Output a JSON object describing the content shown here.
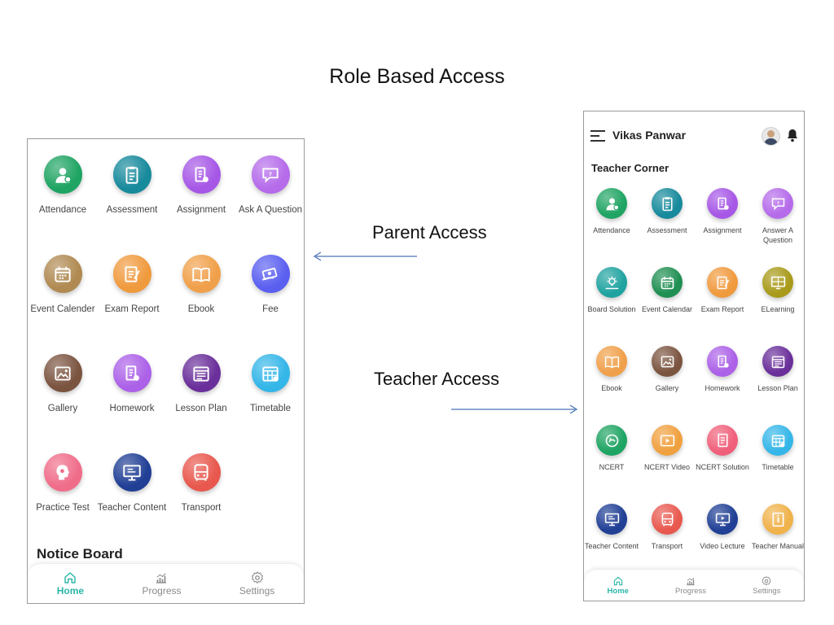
{
  "slide": {
    "title": "Role Based Access",
    "parent_label": "Parent Access",
    "teacher_label": "Teacher Access"
  },
  "parent_app": {
    "tiles": [
      {
        "label": "Attendance",
        "icon": "attendance-icon",
        "color": "#1fa463"
      },
      {
        "label": "Assessment",
        "icon": "clipboard-icon",
        "color": "#178a9c"
      },
      {
        "label": "Assignment",
        "icon": "assignment-icon",
        "color": "#a657e6"
      },
      {
        "label": "Ask A Question",
        "icon": "ask-icon",
        "color": "#b56bea"
      },
      {
        "label": "Event Calender",
        "icon": "calendar-icon",
        "color": "#b08a52"
      },
      {
        "label": "Exam Report",
        "icon": "exam-report-icon",
        "color": "#f09a3e"
      },
      {
        "label": "Ebook",
        "icon": "ebook-icon",
        "color": "#f0a04a"
      },
      {
        "label": "Fee",
        "icon": "fee-icon",
        "color": "#5a5ff0"
      },
      {
        "label": "Gallery",
        "icon": "gallery-icon",
        "color": "#7b5440"
      },
      {
        "label": "Homework",
        "icon": "homework-icon",
        "color": "#ac61e8"
      },
      {
        "label": "Lesson Plan",
        "icon": "lesson-plan-icon",
        "color": "#6a2f9a"
      },
      {
        "label": "Timetable",
        "icon": "timetable-icon",
        "color": "#34b6e8"
      },
      {
        "label": "Practice Test",
        "icon": "practice-test-icon",
        "color": "#f06d8a"
      },
      {
        "label": "Teacher Content",
        "icon": "teacher-content-icon",
        "color": "#203f95"
      },
      {
        "label": "Transport",
        "icon": "transport-icon",
        "color": "#e8584e"
      }
    ],
    "notice_board": "Notice Board",
    "tabs": [
      {
        "label": "Home",
        "icon": "home-icon"
      },
      {
        "label": "Progress",
        "icon": "progress-icon"
      },
      {
        "label": "Settings",
        "icon": "settings-icon"
      }
    ]
  },
  "teacher_app": {
    "user_name": "Vikas Panwar",
    "section_title": "Teacher Corner",
    "tiles": [
      {
        "label": "Attendance",
        "icon": "attendance-icon",
        "color": "#1fa463"
      },
      {
        "label": "Assessment",
        "icon": "clipboard-icon",
        "color": "#178a9c"
      },
      {
        "label": "Assignment",
        "icon": "assignment-icon",
        "color": "#a657e6"
      },
      {
        "label": "Answer A Question",
        "icon": "ask-icon",
        "color": "#b56bea"
      },
      {
        "label": "Board Solution",
        "icon": "board-solution-icon",
        "color": "#1fa3a0"
      },
      {
        "label": "Event Calendar",
        "icon": "calendar-icon",
        "color": "#1f8f52"
      },
      {
        "label": "Exam Report",
        "icon": "exam-report-icon",
        "color": "#f09a3e"
      },
      {
        "label": "ELearning",
        "icon": "elearning-icon",
        "color": "#a89a1a"
      },
      {
        "label": "Ebook",
        "icon": "ebook-icon",
        "color": "#f0a04a"
      },
      {
        "label": "Gallery",
        "icon": "gallery-icon",
        "color": "#7b5440"
      },
      {
        "label": "Homework",
        "icon": "homework-icon",
        "color": "#ac61e8"
      },
      {
        "label": "Lesson Plan",
        "icon": "lesson-plan-icon",
        "color": "#6a2f9a"
      },
      {
        "label": "NCERT",
        "icon": "ncert-icon",
        "color": "#1fa463"
      },
      {
        "label": "NCERT Video",
        "icon": "ncert-video-icon",
        "color": "#f0a03e"
      },
      {
        "label": "NCERT Solution",
        "icon": "ncert-solution-icon",
        "color": "#f0607a"
      },
      {
        "label": "Timetable",
        "icon": "timetable-icon",
        "color": "#34b6e8"
      },
      {
        "label": "Teacher Content",
        "icon": "teacher-content-icon",
        "color": "#203f95"
      },
      {
        "label": "Transport",
        "icon": "transport-icon",
        "color": "#e8584e"
      },
      {
        "label": "Video Lecture",
        "icon": "video-lecture-icon",
        "color": "#203f95"
      },
      {
        "label": "Teacher Manual",
        "icon": "teacher-manual-icon",
        "color": "#f0b24a"
      }
    ],
    "tabs": [
      {
        "label": "Home",
        "icon": "home-icon"
      },
      {
        "label": "Progress",
        "icon": "progress-icon"
      },
      {
        "label": "Settings",
        "icon": "settings-icon"
      }
    ]
  }
}
